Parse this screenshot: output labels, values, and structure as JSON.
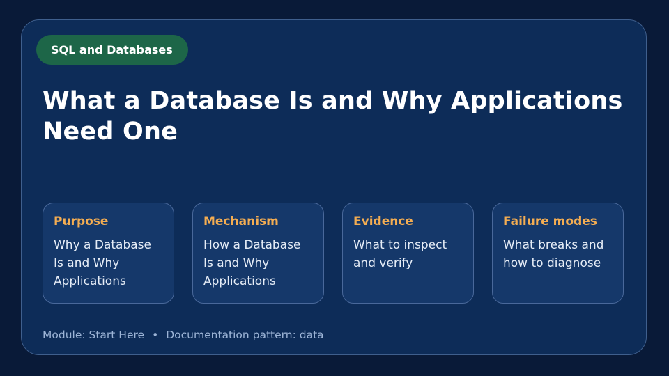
{
  "tag": "SQL and Databases",
  "title": "What a Database Is and Why Applications Need One",
  "cards": [
    {
      "heading": "Purpose",
      "body": "Why a Database Is and Why Applications"
    },
    {
      "heading": "Mechanism",
      "body": "How a Database Is and Why Applications"
    },
    {
      "heading": "Evidence",
      "body": "What to inspect and verify"
    },
    {
      "heading": "Failure modes",
      "body": "What breaks and how to diagnose"
    }
  ],
  "footer": {
    "module": "Module: Start Here",
    "separator": "•",
    "pattern": "Documentation pattern: data"
  },
  "colors": {
    "background": "#091a38",
    "card": "#0d2c58",
    "pill": "#1d6648",
    "accent": "#f4ad52",
    "muted_text": "#9cb4d6"
  }
}
